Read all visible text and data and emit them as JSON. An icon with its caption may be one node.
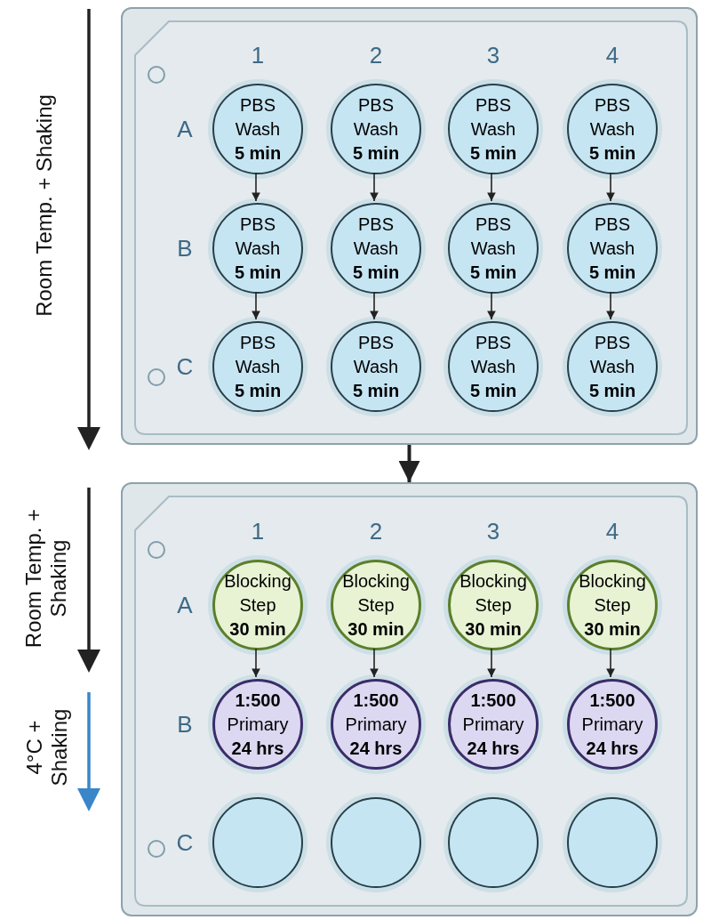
{
  "diagram": {
    "nodes": [
      {
        "text": [],
        "shape": "box"
      },
      {
        "text": [
          "PBS Wash **5 min**"
        ],
        "in": 0
      },
      {
        "text": [
          "PBS Wash **5 min**"
        ],
        "in": 0
      },
      {
        "text": [
          "PBS Wash **5 min**"
        ],
        "in": 0
      },
      {
        "text": [
          "PBS Wash **5 min**"
        ],
        "in": 0
      },
      {
        "text": [
          "PBS Wash **5 min**"
        ],
        "in": 0
      },
      {
        "text": [
          "PBS Wash **5 min**"
        ],
        "in": 0
      },
      {
        "text": [
          "PBS Wash **5 min**"
        ],
        "in": 0
      },
      {
        "text": [
          "PBS Wash **5 min**"
        ],
        "in": 0
      },
      {
        "text": [
          "PBS Wash **5 min**"
        ],
        "in": 0
      },
      {
        "text": [
          "PBS Wash **5 min**"
        ],
        "in": 0
      },
      {
        "text": [
          "PBS Wash **5 min**"
        ],
        "in": 0
      },
      {
        "text": [
          "PBS Wash **5 min**"
        ],
        "in": 0
      },
      {
        "text": [],
        "shape": "box"
      },
      {
        "text": [
          "Blocking Step **30 min**"
        ],
        "in": 13
      },
      {
        "text": [
          "Blocking Step **30 min**"
        ],
        "in": 13
      },
      {
        "text": [
          "Blocking Step **30 min**"
        ],
        "in": 13
      },
      {
        "text": [
          "Blocking Step **30 min**"
        ],
        "in": 13
      },
      {
        "text": [
          "**1:500** Primary **24 hrs**"
        ],
        "in": 13
      },
      {
        "text": [
          "**1:500** Primary **24 hrs**"
        ],
        "in": 13
      },
      {
        "text": [
          "**1:500** Primary **24 hrs**"
        ],
        "in": 13
      },
      {
        "text": [
          "**1:500** Primary **24 hrs**"
        ],
        "in": 13
      },
      {
        "text": [],
        "shape": "circle",
        "in": 13
      },
      {
        "text": [],
        "shape": "circle",
        "in": 13
      },
      {
        "text": [],
        "shape": "circle",
        "in": 13
      },
      {
        "text": [],
        "shape": "circle",
        "in": 13
      }
    ],
    "edges": [
      {
        "from": 1,
        "to": 5,
        "arrow": "to"
      },
      {
        "from": 2,
        "to": 6,
        "arrow": "to"
      },
      {
        "from": 3,
        "to": 7,
        "arrow": "to"
      },
      {
        "from": 4,
        "to": 8,
        "arrow": "to"
      },
      {
        "from": 5,
        "to": 9,
        "arrow": "to"
      },
      {
        "from": 6,
        "to": 10,
        "arrow": "to"
      },
      {
        "from": 7,
        "to": 11,
        "arrow": "to"
      },
      {
        "from": 8,
        "to": 12,
        "arrow": "to"
      },
      {
        "from": 0,
        "to": 13,
        "arrow": "to",
        "style": "thick"
      },
      {
        "from": 14,
        "to": 18,
        "arrow": "to"
      },
      {
        "from": 15,
        "to": 19,
        "arrow": "to"
      },
      {
        "from": 16,
        "to": 20,
        "arrow": "to"
      },
      {
        "from": 17,
        "to": 21,
        "arrow": "to"
      }
    ],
    "labels": [
      "Room Temp. + Shaking",
      "Room Temp. + Shaking",
      "4°C + Shaking",
      "1",
      "2",
      "3",
      "4",
      "A",
      "B",
      "C",
      "1",
      "2",
      "3",
      "4",
      "A",
      "B",
      "C"
    ]
  }
}
